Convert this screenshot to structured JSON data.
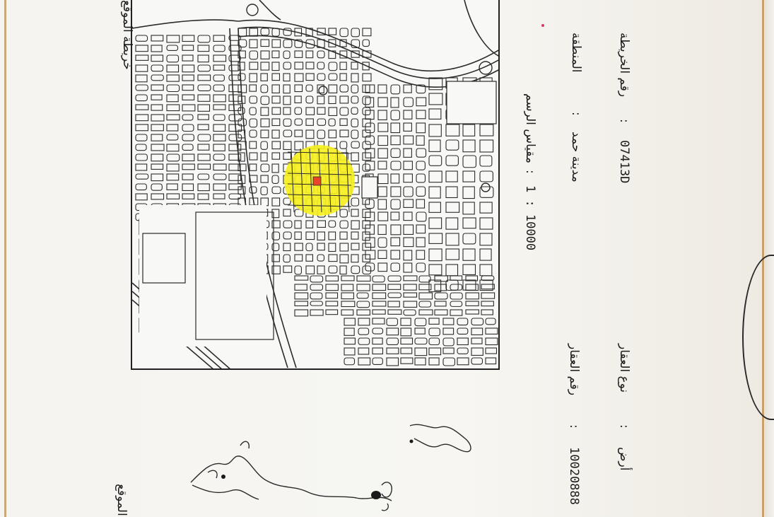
{
  "map": {
    "title": "خريطة الموقع",
    "scale_label": "مقياس الرسم",
    "scale_value": "1 : 10000",
    "highlight_color": "#f5ef1f",
    "parcel_color": "#e8462a",
    "line_color": "#2b2b2b"
  },
  "fields": {
    "area_label": "المنطقة",
    "area_sep": ":",
    "area_value": "مدينة حمد",
    "map_no_label": "رقم الخريطة",
    "map_no_sep": ":",
    "map_no_value": "07413D",
    "property_no_label": "رقم العقار",
    "property_no_sep": ":",
    "property_no_value": "10020888",
    "property_type_label": "نوع العقار",
    "property_type_sep": ":",
    "property_type_value": "أرض"
  },
  "inset": {
    "label": "الموقع"
  }
}
